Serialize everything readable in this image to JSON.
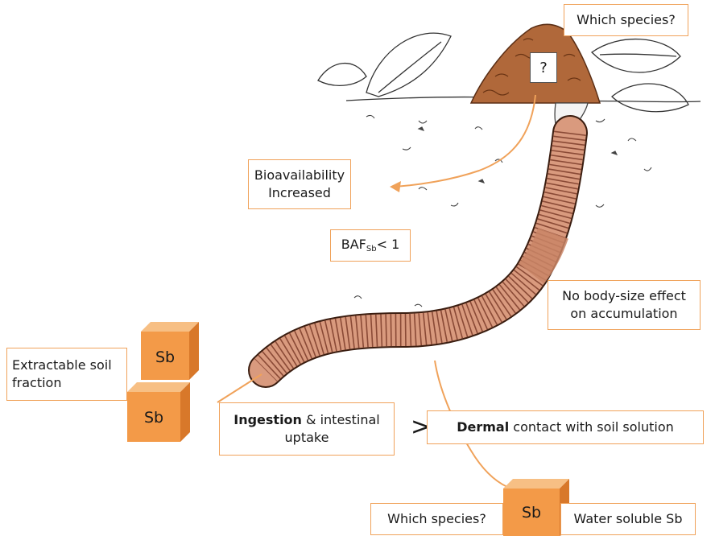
{
  "labels": {
    "which_species_top": "Which species?",
    "burrow_question": "?",
    "bioavailability_line1": "Bioavailability",
    "bioavailability_line2": "Increased",
    "baf_main": "BAF",
    "baf_sub": "Sb",
    "baf_rest": "< 1",
    "body_size_line1": "No body-size effect",
    "body_size_line2": "on accumulation",
    "extractable_line1": "Extractable soil",
    "extractable_line2": "fraction",
    "ingestion_bold": "Ingestion",
    "ingestion_rest": " & intestinal",
    "ingestion_line2": "uptake",
    "greater_than": ">",
    "dermal_bold": "Dermal",
    "dermal_rest": " contact with soil solution",
    "which_species_bottom": "Which species?",
    "water_soluble": "Water soluble Sb"
  },
  "cubes": {
    "cube_top": "Sb",
    "cube_bottom": "Sb",
    "cube_water": "Sb"
  },
  "colors": {
    "accent": "#f0a25a",
    "cube_front": "#f39a48",
    "cube_top": "#f7bf84",
    "cube_side": "#d8782a",
    "worm_fill": "#d99a7e",
    "worm_ring": "#8a4a36",
    "soil": "#a0522d"
  }
}
